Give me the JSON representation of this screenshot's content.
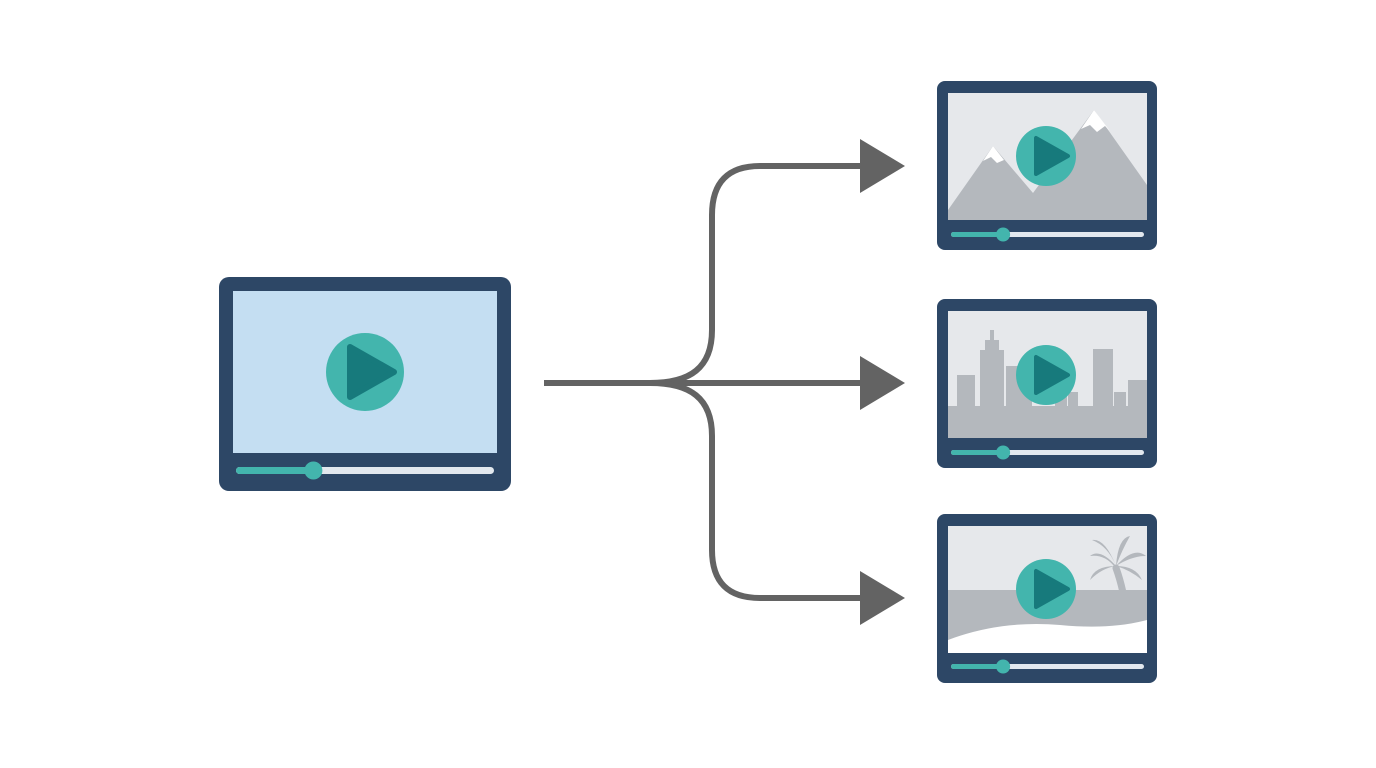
{
  "colors": {
    "background": "#ffffff",
    "frame": "#2d4766",
    "source_screen": "#c4def2",
    "thumb_screen": "#e6e8eb",
    "scene": "#b4b8bd",
    "snow": "#ffffff",
    "play_outer": "#43b5ad",
    "play_inner": "#177a7c",
    "progress_track": "#e2e8ee",
    "progress_fill": "#43b5ad",
    "arrow": "#636363"
  },
  "source_video": {
    "icon": "play-icon",
    "progress": 0.3
  },
  "output_videos": [
    {
      "scene": "mountains",
      "icon": "play-icon",
      "progress": 0.27
    },
    {
      "scene": "city-skyline",
      "icon": "play-icon",
      "progress": 0.27
    },
    {
      "scene": "beach-palm-tree",
      "icon": "play-icon",
      "progress": 0.27
    }
  ]
}
